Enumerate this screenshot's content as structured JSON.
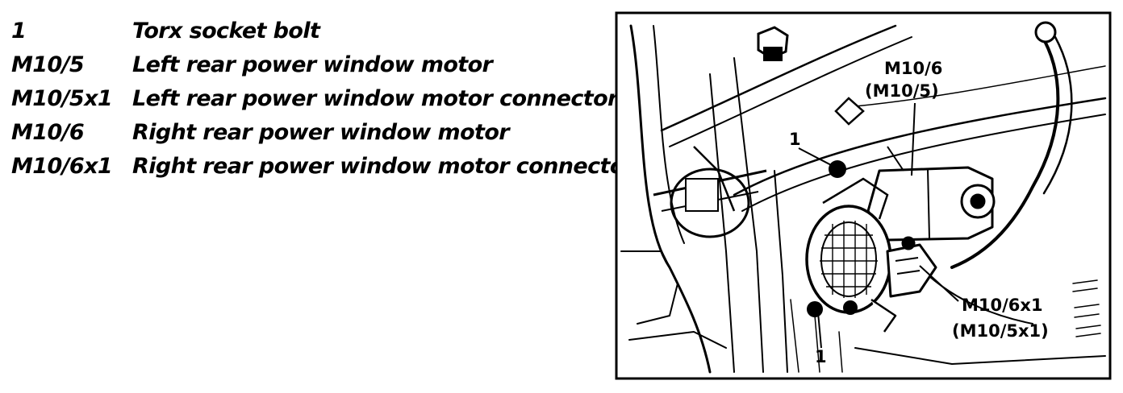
{
  "legend": {
    "items": [
      {
        "code": "1",
        "description": "Torx socket bolt"
      },
      {
        "code": "M10/5",
        "description": "Left rear power window motor"
      },
      {
        "code": "M10/5x1",
        "description": "Left rear power window motor connector"
      },
      {
        "code": "M10/6",
        "description": "Right rear power window motor"
      },
      {
        "code": "M10/6x1",
        "description": "Right rear power window motor connector"
      }
    ]
  },
  "figure": {
    "callouts": {
      "motor_primary": "M10/6",
      "motor_alternate": "(M10/5)",
      "connector_primary": "M10/6x1",
      "connector_alternate": "(M10/5x1)",
      "bolt_upper": "1",
      "bolt_lower": "1"
    }
  }
}
